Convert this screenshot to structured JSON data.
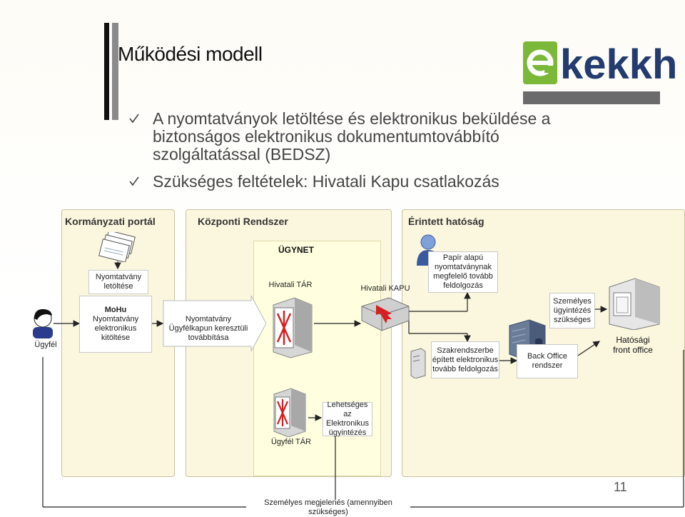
{
  "title": "Működési modell",
  "logo": {
    "text": "ekekkh",
    "colors": {
      "green": "#7bb83a",
      "navy": "#233b6e"
    }
  },
  "bullets": [
    "A nyomtatványok letöltése és elektronikus beküldése a biztonságos elektronikus dokumentumtovábbító szolgáltatással (BEDSZ)",
    "Szükséges feltételek: Hivatali Kapu csatlakozás"
  ],
  "diagram": {
    "panels": {
      "portal": "Kormányzati portál",
      "central": "Központi Rendszer",
      "authority": "Érintett hatóság",
      "ugynet": "ÜGYNET"
    },
    "nodes": {
      "client": "Ügyfél",
      "form_download": "Nyomtatvány letöltése",
      "mohu_title": "MoHu",
      "mohu_body": "Nyomtatvány elektronikus kitöltése",
      "forward": "Nyomtatvány Ügyfélkapun keresztüli továbbítása",
      "hivatali_tar": "Hivatali TÁR",
      "hivatali_kapu": "Hivatali KAPU",
      "paper": "Papír alapú nyomtatványnak megfelelő tovább feldolgozás",
      "special": "Szakrendszerbe épített elektronikus tovább feldolgozás",
      "personal": "Személyes ügyintézés szükséges",
      "back_office": "Back Office rendszer",
      "front_office": "Hatósági front office",
      "ugyfel_tar": "Ügyfél TÁR",
      "e_possible": "Lehetséges az Elektronikus ügyintézés",
      "appearance": "Személyes megjelenés (amennyiben szükséges)"
    },
    "colors": {
      "panel_bg": "#fbf7df",
      "ugynet_bg": "#ffffe0",
      "arrow_red": "#d42020",
      "router_gray": "#cfcfcf"
    }
  },
  "page_number": "11"
}
